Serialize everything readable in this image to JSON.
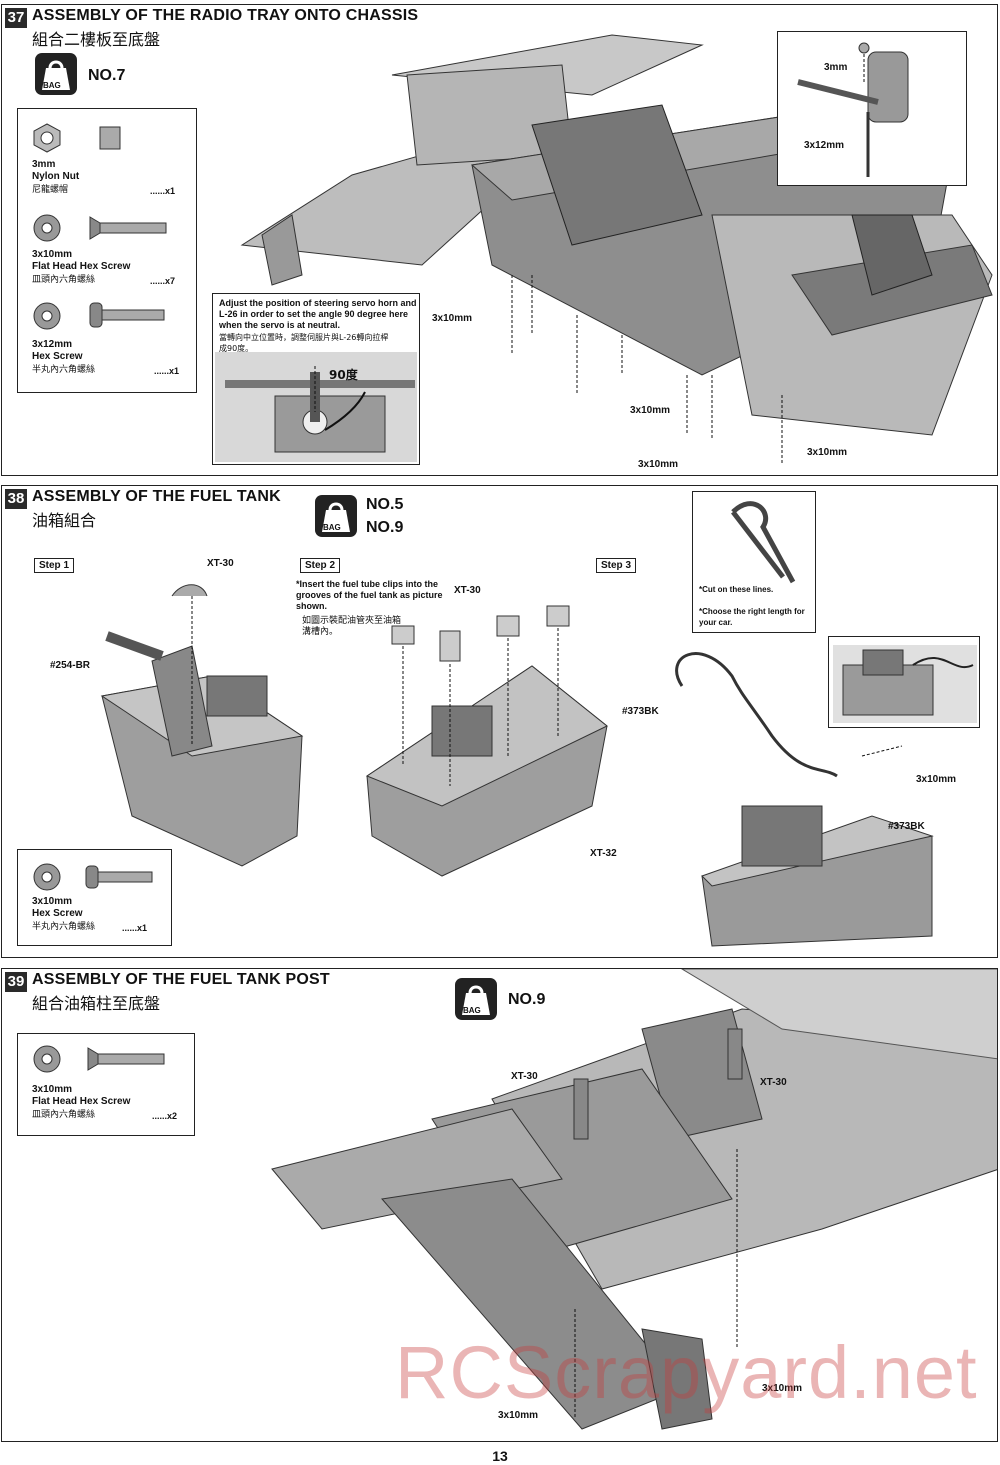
{
  "page_number": "13",
  "watermark": "RCScrapyard.net",
  "bag_label": "BAG",
  "s37": {
    "number": "37",
    "title": "ASSEMBLY OF THE RADIO TRAY ONTO CHASSIS",
    "subtitle": "組合二樓板至底盤",
    "bag": "NO.7",
    "parts": [
      {
        "size": "3mm",
        "name": "Nylon Nut",
        "cn": "尼龍螺帽",
        "qty": "......x1"
      },
      {
        "size": "3x10mm",
        "name": "Flat Head Hex Screw",
        "cn": "皿頭內六角螺絲",
        "qty": "......x7"
      },
      {
        "size": "3x12mm",
        "name": "Hex Screw",
        "cn": "半丸內六角螺絲",
        "qty": "......x1"
      }
    ],
    "note_en": "Adjust the position of steering servo horn and L-26 in order to set the angle 90 degree here when the servo is at neutral.",
    "note_cn": "當轉向中立位置時，調整伺服片與L-26轉向拉桿成90度。",
    "angle": "90度",
    "labels": {
      "nut": "3mm",
      "screw12": "3x12mm",
      "a": "3x10mm",
      "b": "3x10mm",
      "c": "3x10mm",
      "d": "3x10mm"
    }
  },
  "s38": {
    "number": "38",
    "title": "ASSEMBLY OF THE FUEL TANK",
    "subtitle": "油箱組合",
    "bag1": "NO.5",
    "bag2": "NO.9",
    "step1": "Step 1",
    "step2": "Step 2",
    "step3": "Step 3",
    "step2_en": "*Insert the fuel tube clips into the grooves of the fuel tank as picture shown.",
    "step2_cn": "如圖示裝配油管夾至油箱溝槽內。",
    "cut_note1": "*Cut on these lines.",
    "cut_note2": "*Choose the right length for your car.",
    "labels": {
      "xt30a": "XT-30",
      "part254": "#254-BR",
      "xt30b": "XT-30",
      "xt32": "XT-32",
      "p373a": "#373BK",
      "p373b": "#373BK",
      "screw": "3x10mm"
    },
    "parts": [
      {
        "size": "3x10mm",
        "name": "Hex Screw",
        "cn": "半丸內六角螺絲",
        "qty": "......x1"
      }
    ]
  },
  "s39": {
    "number": "39",
    "title": "ASSEMBLY OF THE FUEL TANK POST",
    "subtitle": "組合油箱柱至底盤",
    "bag": "NO.9",
    "parts": [
      {
        "size": "3x10mm",
        "name": "Flat Head Hex Screw",
        "cn": "皿頭內六角螺絲",
        "qty": "......x2"
      }
    ],
    "labels": {
      "xt30a": "XT-30",
      "xt30b": "XT-30",
      "s1": "3x10mm",
      "s2": "3x10mm"
    }
  }
}
